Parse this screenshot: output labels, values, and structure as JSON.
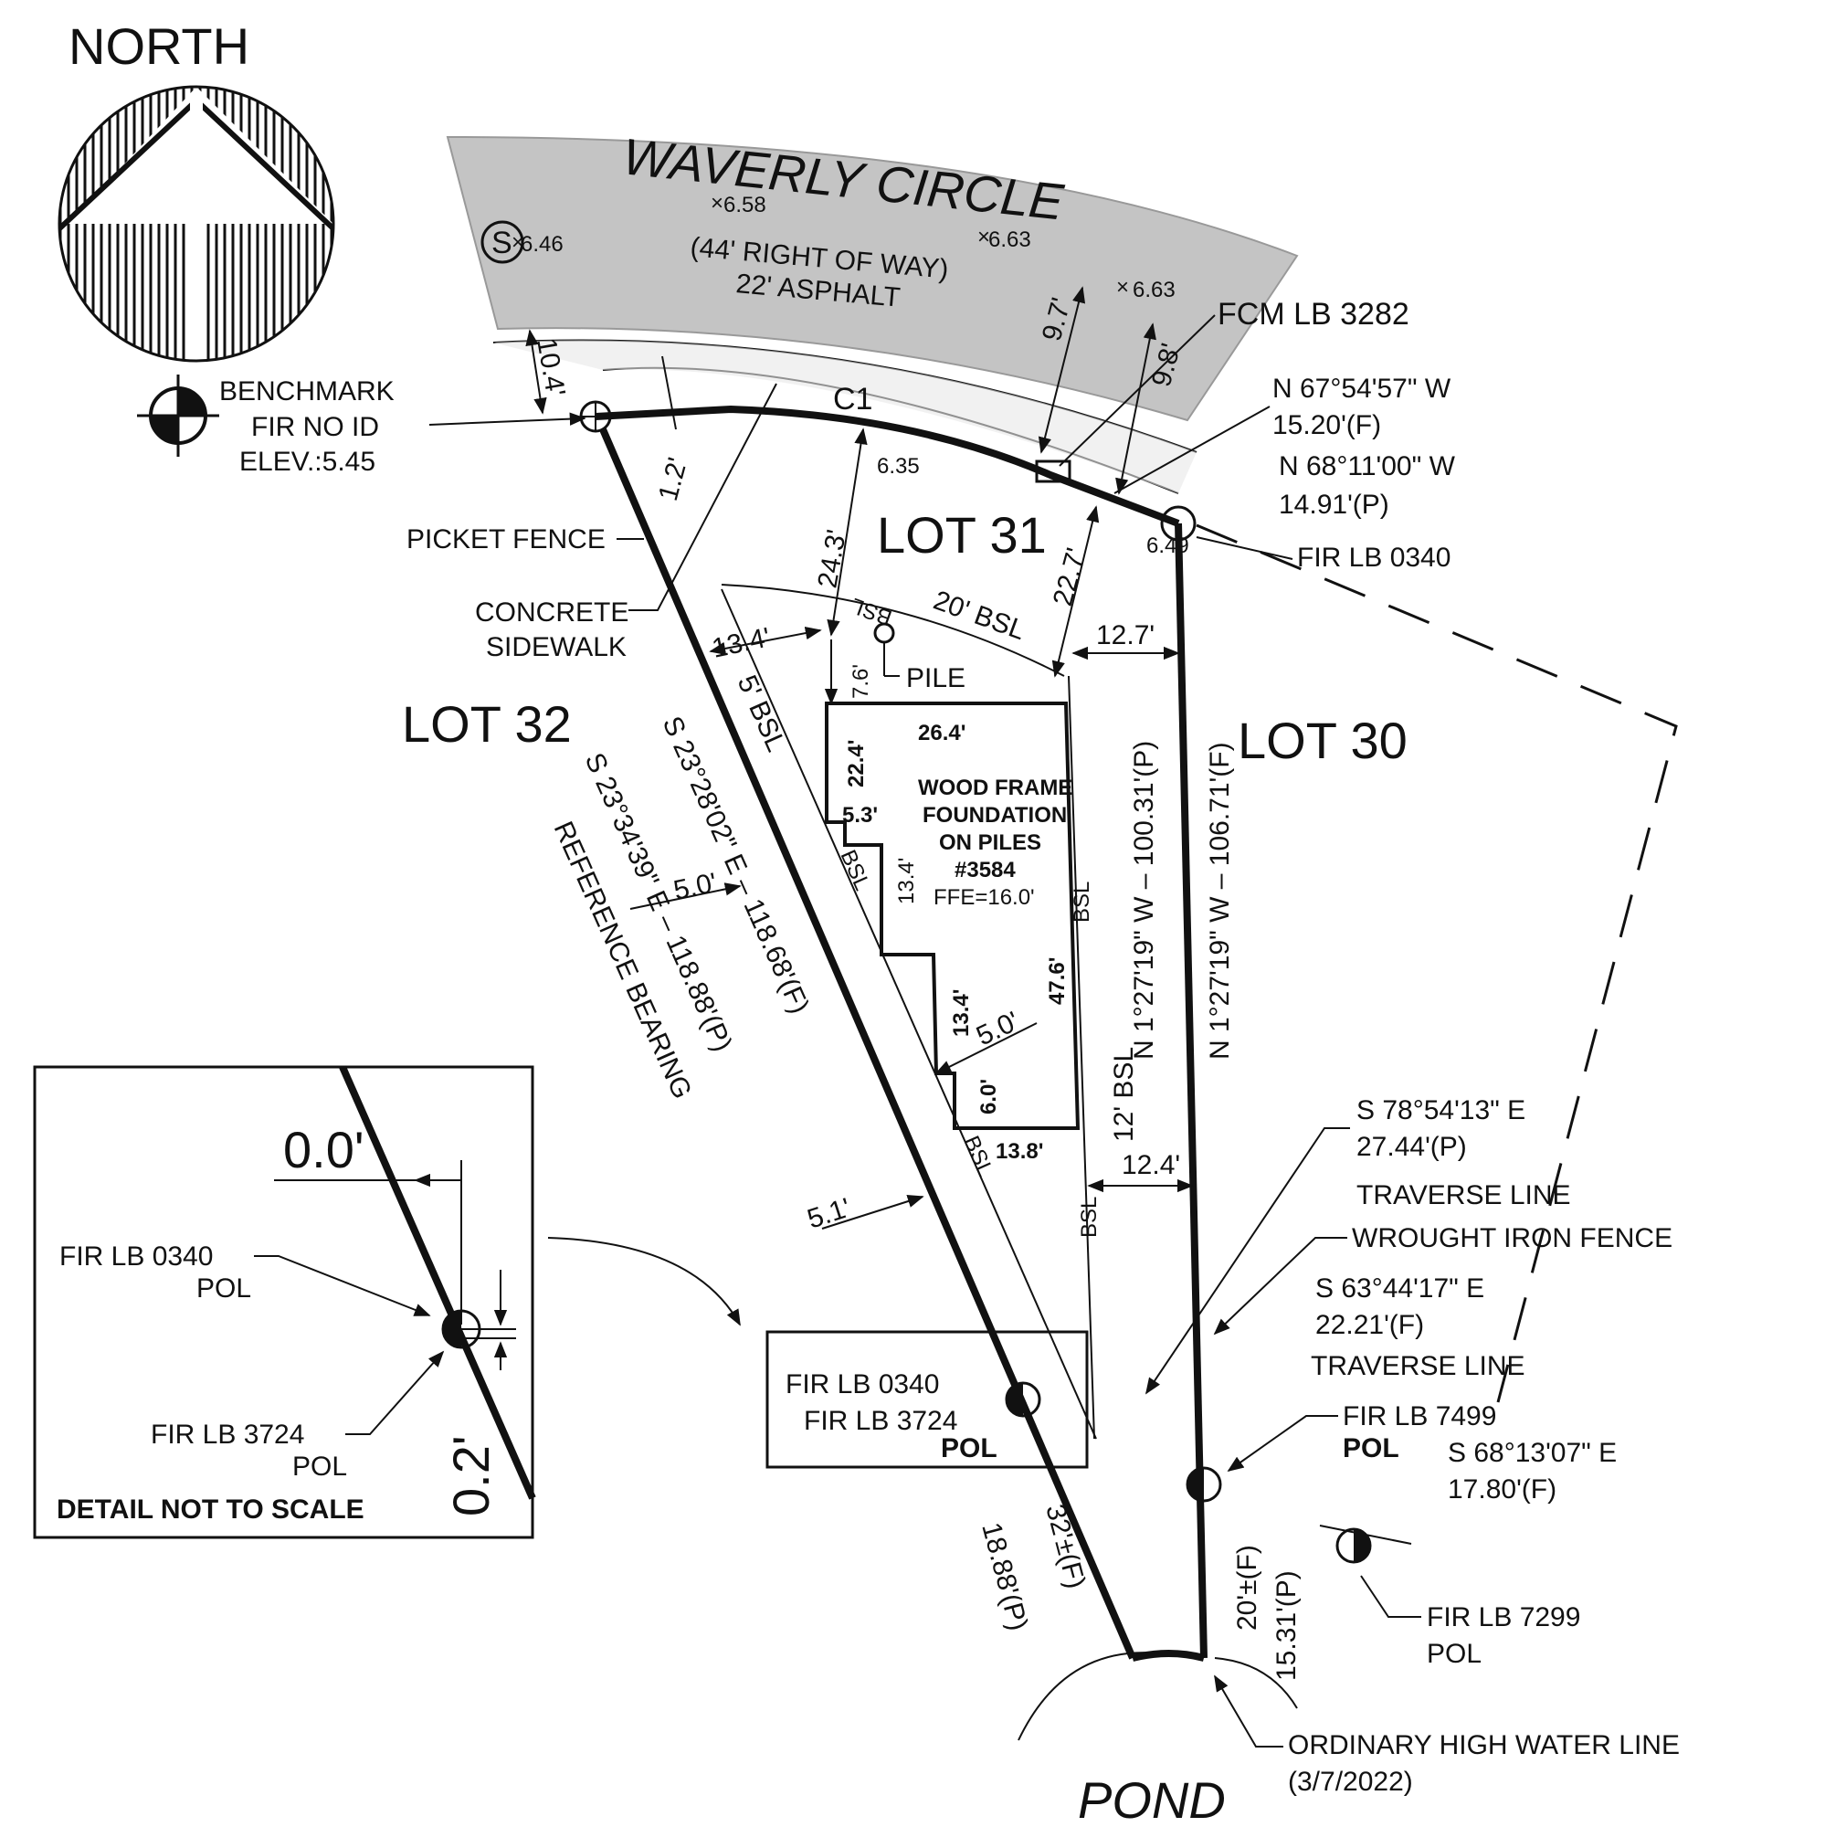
{
  "north": {
    "label": "NORTH"
  },
  "road": {
    "name": "WAVERLY CIRCLE",
    "row": "(44' RIGHT OF WAY)",
    "surface": "22' ASPHALT",
    "elevations": [
      "6.46",
      "6.58",
      "6.63",
      "6.63"
    ],
    "sewer_symbol": "S"
  },
  "benchmark": {
    "line1": "BENCHMARK",
    "line2": "FIR NO ID",
    "line3": "ELEV.:5.45"
  },
  "labels": {
    "fcm": "FCM LB 3282",
    "brg_n_found": "N 67°54'57\" W",
    "dist_n_found": "15.20'(F)",
    "brg_n_plat": "N 68°11'00\" W",
    "dist_n_plat": "14.91'(P)",
    "fir_ne": "FIR LB 0340",
    "picket": "PICKET FENCE",
    "sidewalk1": "CONCRETE",
    "sidewalk2": "SIDEWALK",
    "c1": "C1",
    "elev_635": "6.35",
    "elev_649": "6.49",
    "lot31": "LOT 31",
    "lot32": "LOT 32",
    "lot30": "LOT 30",
    "bsl20": "20' BSL",
    "bsl5": "5' BSL",
    "bsl12": "12' BSL",
    "bsl_small": "BSL",
    "pile": "PILE",
    "house1": "WOOD FRAME",
    "house2": "FOUNDATION",
    "house3": "ON PILES",
    "house4": "#3584",
    "house5": "FFE=16.0'",
    "west_found": "S 23°28'02\" E – 118.68'(F)",
    "west_ref": "S 23°34'39\" E – 118.88'(P)",
    "ref_bearing": "REFERENCE BEARING",
    "east_plat": "N 1°27'19\" W – 100.31'(P)",
    "east_found": "N 1°27'19\" W – 106.71'(F)",
    "trav1_brg": "S 78°54'13\" E",
    "trav1_dist": "27.44'(P)",
    "trav1_lbl": "TRAVERSE LINE",
    "wrought": "WROUGHT IRON FENCE",
    "trav2_brg": "S 63°44'17\" E",
    "trav2_dist": "22.21'(F)",
    "trav2_lbl": "TRAVERSE LINE",
    "fir7499": "FIR LB 7499",
    "pol": "POL",
    "brg_68": "S 68°13'07\" E",
    "dist_68": "17.80'(F)",
    "fir7299": "FIR LB 7299",
    "fir0340_b": "FIR LB 0340",
    "fir3724_b": "FIR LB 3724",
    "ohwl1": "ORDINARY HIGH WATER LINE",
    "ohwl2": "(3/7/2022)",
    "pond": "POND",
    "sw_p": "18.88'(P)",
    "sw_f": "32'±(F)",
    "se_f": "20'±(F)",
    "se_p": "15.31'(P)"
  },
  "dims": {
    "d104": "10.4'",
    "d12": "1.2'",
    "d97": "9.7'",
    "d98": "9.8'",
    "d243": "24.3'",
    "d227": "22.7'",
    "d134a": "13.4'",
    "d127": "12.7'",
    "d76": "7.6'",
    "d264": "26.4'",
    "d224": "22.4'",
    "d53": "5.3'",
    "d134b": "13.4'",
    "d50a": "5.0'",
    "d476": "47.6'",
    "d134c": "13.4'",
    "d50b": "5.0'",
    "d60": "6.0'",
    "d138": "13.8'",
    "d124": "12.4'",
    "d51": "5.1'"
  },
  "detail": {
    "d00": "0.0'",
    "d02": "0.2'",
    "fir0340": "FIR LB 0340",
    "pol1": "POL",
    "fir3724": "FIR LB 3724",
    "pol2": "POL",
    "note": "DETAIL NOT TO SCALE"
  }
}
